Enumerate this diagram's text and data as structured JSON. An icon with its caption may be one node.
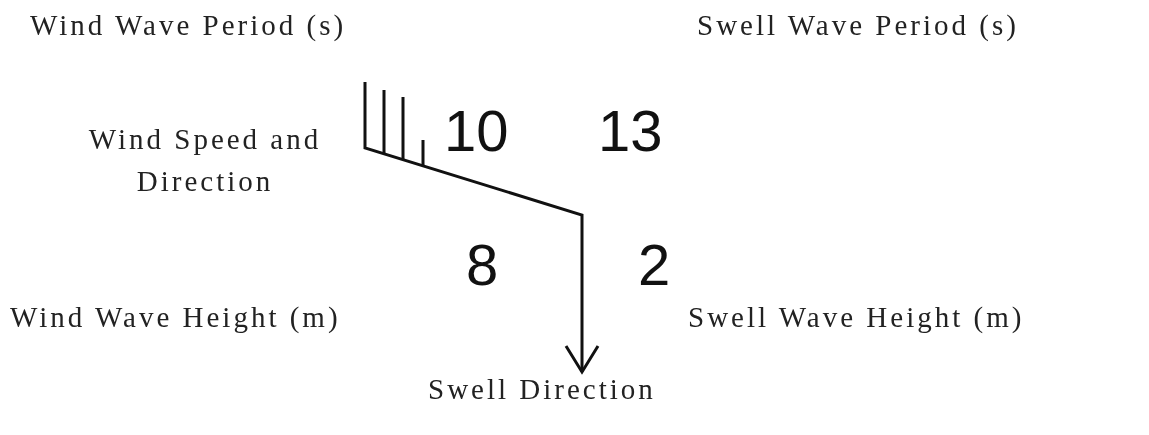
{
  "diagram": {
    "labels": [
      "Wind Wave Period (s)",
      "Swell Wave Period (s)",
      "Wind Speed and Direction",
      "10",
      "13",
      "8",
      "2",
      "Wind Wave Height (m)",
      "Swell Wave Height (m)",
      "Swell Direction"
    ]
  }
}
